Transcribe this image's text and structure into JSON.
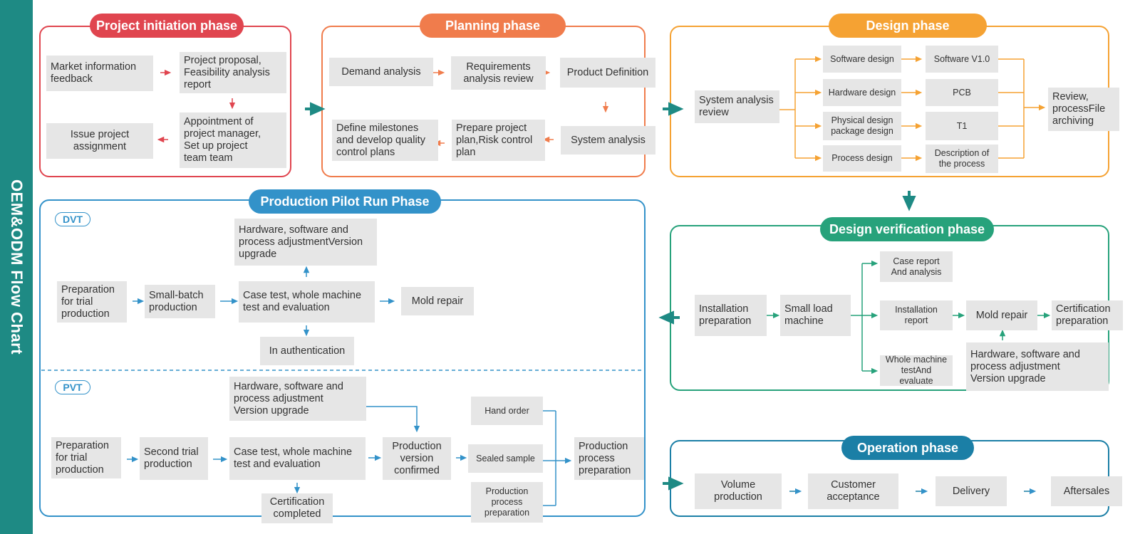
{
  "chart_title": "OEM&ODM Flow Chart",
  "colors": {
    "sidebar": "#1e8a84",
    "initiation": "#e0454f",
    "planning": "#f07c4c",
    "design": "#f5a233",
    "verification": "#27a27b",
    "pilot": "#3392c9",
    "operation": "#1b7fa6",
    "big_arrow": "#1e8a84",
    "box_fill": "#e6e6e6"
  },
  "phases": {
    "initiation": {
      "title": "Project initiation phase",
      "market_feedback": "Market information\nfeedback",
      "proposal": "Project proposal,\nFeasibility analysis\nreport",
      "appointment": "Appointment of\nproject manager,\nSet up project\nteam team",
      "issue": "Issue project\nassignment"
    },
    "planning": {
      "title": "Planning phase",
      "demand": "Demand analysis",
      "req_review": "Requirements\nanalysis review",
      "product_def": "Product Definition",
      "system_analysis": "System analysis",
      "prepare_plan": "Prepare project\nplan,Risk control\nplan",
      "milestones": "Define milestones\nand develop quality\ncontrol plans"
    },
    "design": {
      "title": "Design phase",
      "system_review": "System analysis\nreview",
      "software": "Software design",
      "hardware": "Hardware design",
      "physical": "Physical design\npackage design",
      "process": "Process design",
      "software_v": "Software V1.0",
      "pcb": "PCB",
      "t1": "T1",
      "process_desc": "Description of\nthe process",
      "review": "Review,\nprocessFile\narchiving"
    },
    "verification": {
      "title": "Design verification phase",
      "install_prep": "Installation\npreparation",
      "small_load": "Small load\nmachine",
      "case_report": "Case report\nAnd analysis",
      "install_report": "Installation\nreport",
      "whole_machine": "Whole machine\ntestAnd evaluate",
      "mold_repair": "Mold repair",
      "cert_prep": "Certification\npreparation",
      "hw_sw_adjust": "Hardware, software and\nprocess adjustment\nVersion upgrade"
    },
    "pilot": {
      "title": "Production Pilot Run Phase",
      "dvt": {
        "tag": "DVT",
        "prep": "Preparation\nfor trial\nproduction",
        "small_batch": "Small-batch\nproduction",
        "case_test": "Case test, whole machine\ntest and evaluation",
        "mold_repair": "Mold repair",
        "adjust": "Hardware, software and\nprocess adjustmentVersion\nupgrade",
        "authentication": "In authentication"
      },
      "pvt": {
        "tag": "PVT",
        "prep": "Preparation\nfor trial\nproduction",
        "second_trial": "Second trial\nproduction",
        "case_test": "Case test, whole machine\ntest and evaluation",
        "adjust": "Hardware, software and\nprocess adjustment\nVersion upgrade",
        "cert_completed": "Certification\ncompleted",
        "version_confirmed": "Production\nversion\nconfirmed",
        "hand_order": "Hand order",
        "sealed_sample": "Sealed sample",
        "prod_process_small": "Production\nprocess\npreparation",
        "prod_process": "Production\nprocess\npreparation"
      }
    },
    "operation": {
      "title": "Operation phase",
      "volume": "Volume\nproduction",
      "acceptance": "Customer\nacceptance",
      "delivery": "Delivery",
      "aftersales": "Aftersales"
    }
  }
}
